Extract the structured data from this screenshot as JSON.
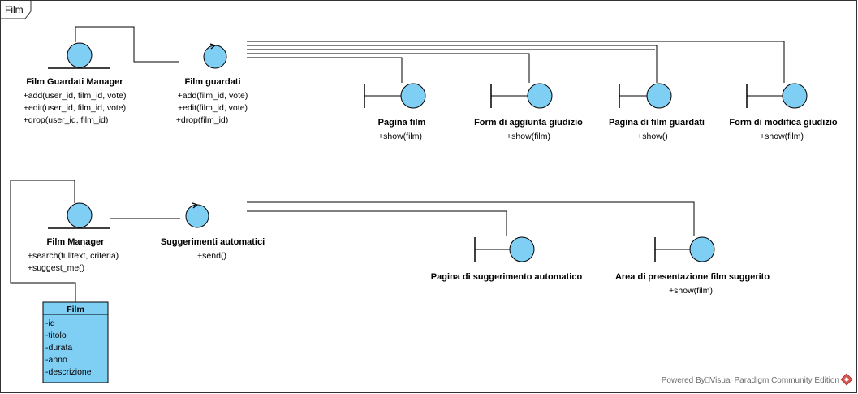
{
  "frame": {
    "label": "Film"
  },
  "elements": {
    "film_guardati_manager": {
      "name": "Film Guardati Manager",
      "ops": [
        "+add(user_id, film_id, vote)",
        "+edit(user_id, film_id, vote)",
        "+drop(user_id, film_id)"
      ]
    },
    "film_guardati": {
      "name": "Film guardati",
      "ops": [
        "+add(film_id, vote)",
        "+edit(film_id, vote)",
        "+drop(film_id)"
      ]
    },
    "pagina_film": {
      "name": "Pagina film",
      "ops": [
        "+show(film)"
      ]
    },
    "form_aggiunta": {
      "name": "Form di aggiunta giudizio",
      "ops": [
        "+show(film)"
      ]
    },
    "pagina_film_guardati": {
      "name": "Pagina di film guardati",
      "ops": [
        "+show()"
      ]
    },
    "form_modifica": {
      "name": "Form di modifica giudizio",
      "ops": [
        "+show(film)"
      ]
    },
    "film_manager": {
      "name": "Film Manager",
      "ops": [
        "+search(fulltext, criteria)",
        "+suggest_me()"
      ]
    },
    "suggerimenti": {
      "name": "Suggerimenti automatici",
      "ops": [
        "+send()"
      ]
    },
    "pagina_suggerimento": {
      "name": "Pagina di suggerimento automatico",
      "ops": []
    },
    "area_presentazione": {
      "name": "Area di presentazione film suggerito",
      "ops": [
        "+show(film)"
      ]
    }
  },
  "film_class": {
    "title": "Film",
    "attributes": [
      "-id",
      "-titolo",
      "-durata",
      "-anno",
      "-descrizione"
    ]
  },
  "watermark": "Powered By⎕Visual Paradigm Community Edition",
  "colors": {
    "fill": "#7fcff5",
    "stroke": "#000000",
    "border": "#333333"
  }
}
